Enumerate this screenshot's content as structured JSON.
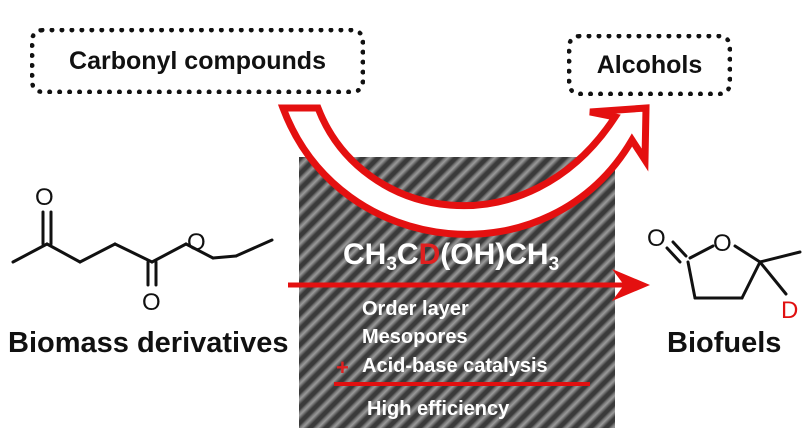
{
  "boxes": {
    "carbonyl": "Carbonyl compounds",
    "alcohols": "Alcohols"
  },
  "formula": {
    "part1": "CH",
    "sub1": "3",
    "part2": "C",
    "highlight": "D",
    "part3": "(OH)CH",
    "sub2": "3"
  },
  "features": [
    "Order layer",
    "Mesopores",
    "Acid-base catalysis",
    "High efficiency"
  ],
  "plus_sign": "+",
  "labels": {
    "reactant": "Biomass derivatives",
    "product": "Biofuels"
  },
  "atoms": {
    "reactant_ketone_O": "O",
    "reactant_ester_O": "O",
    "reactant_carbonyl_O": "O",
    "product_carbonyl_O": "O",
    "product_ring_O": "O",
    "product_D": "D"
  },
  "colors": {
    "accent_red": "#e01010",
    "box_border": "#111111"
  }
}
